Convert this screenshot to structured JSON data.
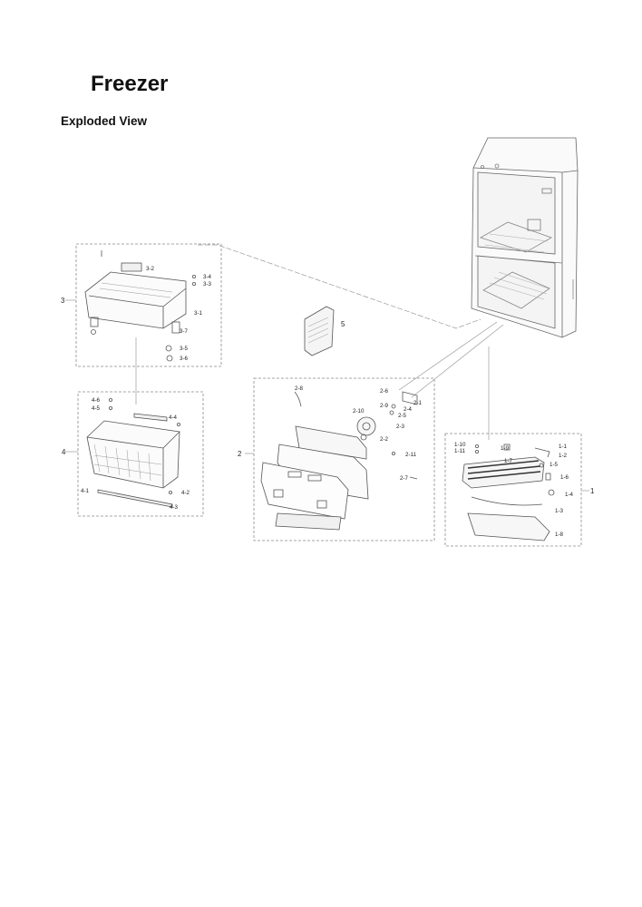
{
  "page": {
    "title": "Freezer",
    "subtitle": "Exploded View"
  },
  "diagram": {
    "line_color": "#8a8a8a",
    "part_color": "#555555",
    "group_labels": [
      "1",
      "2",
      "3",
      "4",
      "5"
    ],
    "callouts": {
      "g3": [
        "3-2",
        "3-4",
        "3-3",
        "3-1",
        "3-7",
        "3-5",
        "3-6"
      ],
      "g4": [
        "4-6",
        "4-5",
        "4-4",
        "4-1",
        "4-2",
        "4-3"
      ],
      "g2": [
        "2-8",
        "2-6",
        "2-1",
        "2-9",
        "2-4",
        "2-5",
        "2-10",
        "2-3",
        "2-2",
        "2-11",
        "2-7"
      ],
      "g1": [
        "1-10",
        "1-11",
        "1-9",
        "1-1",
        "1-2",
        "1-7",
        "1-5",
        "1-6",
        "1-4",
        "1-3",
        "1-8"
      ]
    }
  }
}
